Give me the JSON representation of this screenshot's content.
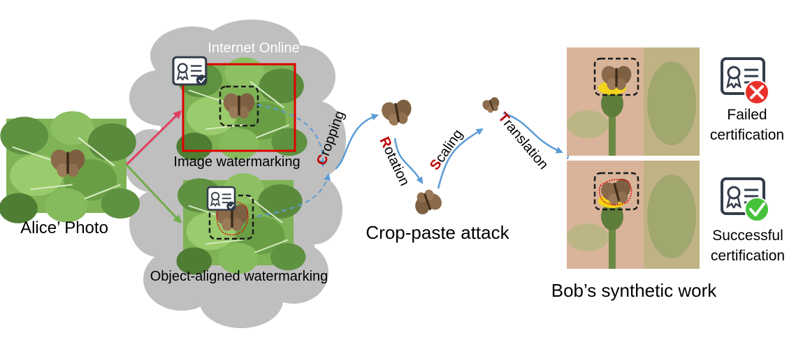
{
  "cloud": {
    "label": "Internet Online"
  },
  "alice": {
    "caption": "Alice’ Photo"
  },
  "image_wm": {
    "caption": "Image watermarking"
  },
  "object_wm": {
    "caption": "Object-aligned watermarking"
  },
  "attack": {
    "caption": "Crop-paste attack",
    "steps": [
      {
        "initial": "C",
        "rest": "ropping"
      },
      {
        "initial": "R",
        "rest": "otation"
      },
      {
        "initial": "S",
        "rest": "caling"
      },
      {
        "initial": "T",
        "rest": "ranslation"
      }
    ]
  },
  "bob": {
    "caption": "Bob’s synthetic work",
    "failed": {
      "line1": "Failed",
      "line2": "certification"
    },
    "success": {
      "line1": "Successful",
      "line2": "certification"
    }
  },
  "colors": {
    "cloud": "#bfbfbf",
    "arrow_blue": "#5b9bd5",
    "arrow_red": "#e04060",
    "arrow_green": "#70ad47",
    "accent_red": "#c00000",
    "leaf": "#6a9e45",
    "butterfly": "#8a6a4a"
  }
}
